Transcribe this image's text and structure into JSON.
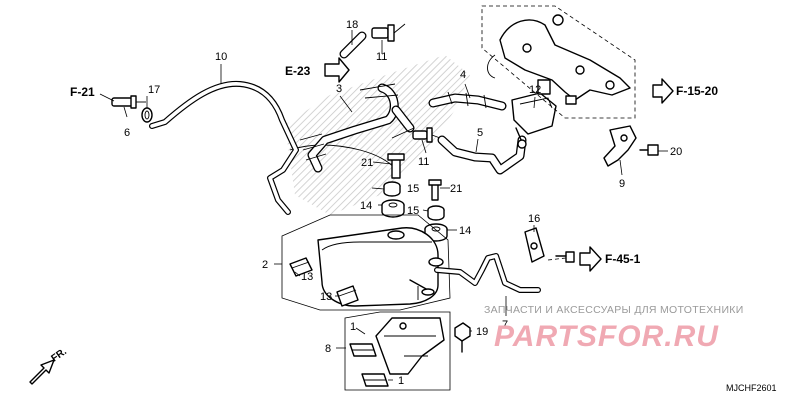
{
  "diagram": {
    "labels": {
      "c1a": "1",
      "c1b": "1",
      "c2": "2",
      "c3": "3",
      "c4": "4",
      "c5": "5",
      "c6": "6",
      "c7": "7",
      "c8": "8",
      "c9": "9",
      "c10": "10",
      "c11a": "11",
      "c11b": "11",
      "c12": "12",
      "c13a": "13",
      "c13b": "13",
      "c14a": "14",
      "c14b": "14",
      "c15a": "15",
      "c15b": "15",
      "c16": "16",
      "c17": "17",
      "c18": "18",
      "c19": "19",
      "c20": "20",
      "c21a": "21",
      "c21b": "21"
    },
    "refs": {
      "f21": "F-21",
      "e23": "E-23",
      "f1520": "F-15-20",
      "f451": "F-45-1"
    },
    "front_label": "FR.",
    "code": "MJCHF2601"
  },
  "watermark": {
    "text": "ЗАПЧАСТИ И АКСЕССУАРЫ ДЛЯ МОТОТЕХНИКИ",
    "logo": "PARTSFOR.RU",
    "color": "#f0a9b3"
  }
}
